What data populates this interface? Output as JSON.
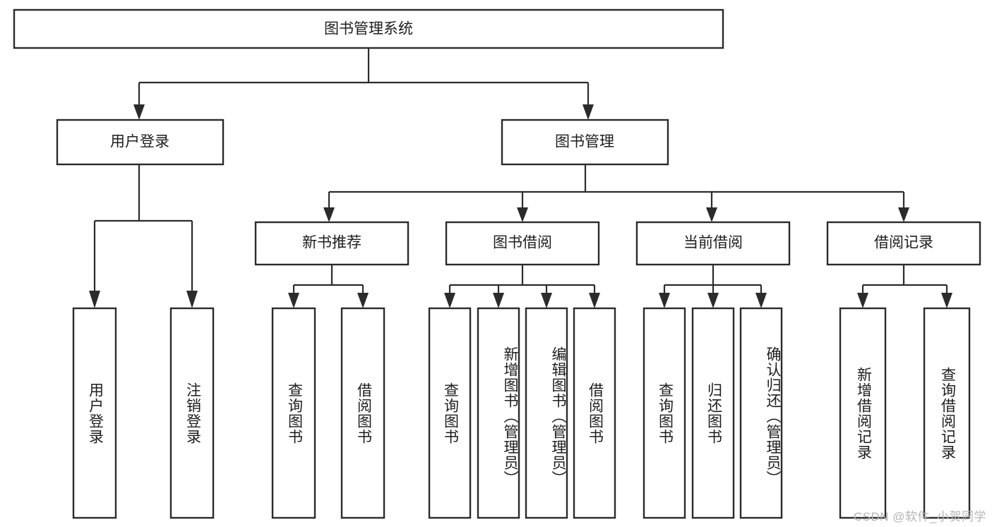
{
  "diagram": {
    "title": "图书管理系统",
    "type": "hierarchy-tree",
    "orientation": "top-down",
    "style": {
      "box_fill": "#ffffff",
      "box_stroke": "#2b2b2b",
      "connector_color": "#2b2b2b",
      "text_color": "#1d1d1d",
      "background": "#ffffff",
      "watermark_color": "#b5b5b5"
    },
    "root": {
      "id": "root",
      "label": "图书管理系统",
      "level": 0
    },
    "level1": [
      {
        "id": "user-login",
        "label": "用户登录"
      },
      {
        "id": "book-management",
        "label": "图书管理"
      }
    ],
    "level2": [
      {
        "id": "new-book-recommend",
        "label": "新书推荐",
        "parent": "book-management"
      },
      {
        "id": "book-borrow",
        "label": "图书借阅",
        "parent": "book-management"
      },
      {
        "id": "current-borrow",
        "label": "当前借阅",
        "parent": "book-management"
      },
      {
        "id": "borrow-record",
        "label": "借阅记录",
        "parent": "book-management"
      }
    ],
    "leaves": {
      "user-login": [
        {
          "id": "leaf-user-login",
          "label": "用户登录"
        },
        {
          "id": "leaf-logout-login",
          "label": "注销登录"
        }
      ],
      "new-book-recommend": [
        {
          "id": "leaf-query-book-1",
          "label": "查询图书"
        },
        {
          "id": "leaf-borrow-book-1",
          "label": "借阅图书"
        }
      ],
      "book-borrow": [
        {
          "id": "leaf-query-book-2",
          "label": "查询图书"
        },
        {
          "id": "leaf-add-book",
          "label": "新增图书（管理员）"
        },
        {
          "id": "leaf-edit-book",
          "label": "编辑图书（管理员）"
        },
        {
          "id": "leaf-borrow-book-2",
          "label": "借阅图书"
        }
      ],
      "current-borrow": [
        {
          "id": "leaf-query-book-3",
          "label": "查询图书"
        },
        {
          "id": "leaf-return-book",
          "label": "归还图书"
        },
        {
          "id": "leaf-confirm-return",
          "label": "确认归还（管理员）"
        }
      ],
      "borrow-record": [
        {
          "id": "leaf-add-record",
          "label": "新增借阅记录"
        },
        {
          "id": "leaf-query-record",
          "label": "查询借阅记录"
        }
      ]
    },
    "watermark": "CSDN @软件_小贺同学"
  }
}
